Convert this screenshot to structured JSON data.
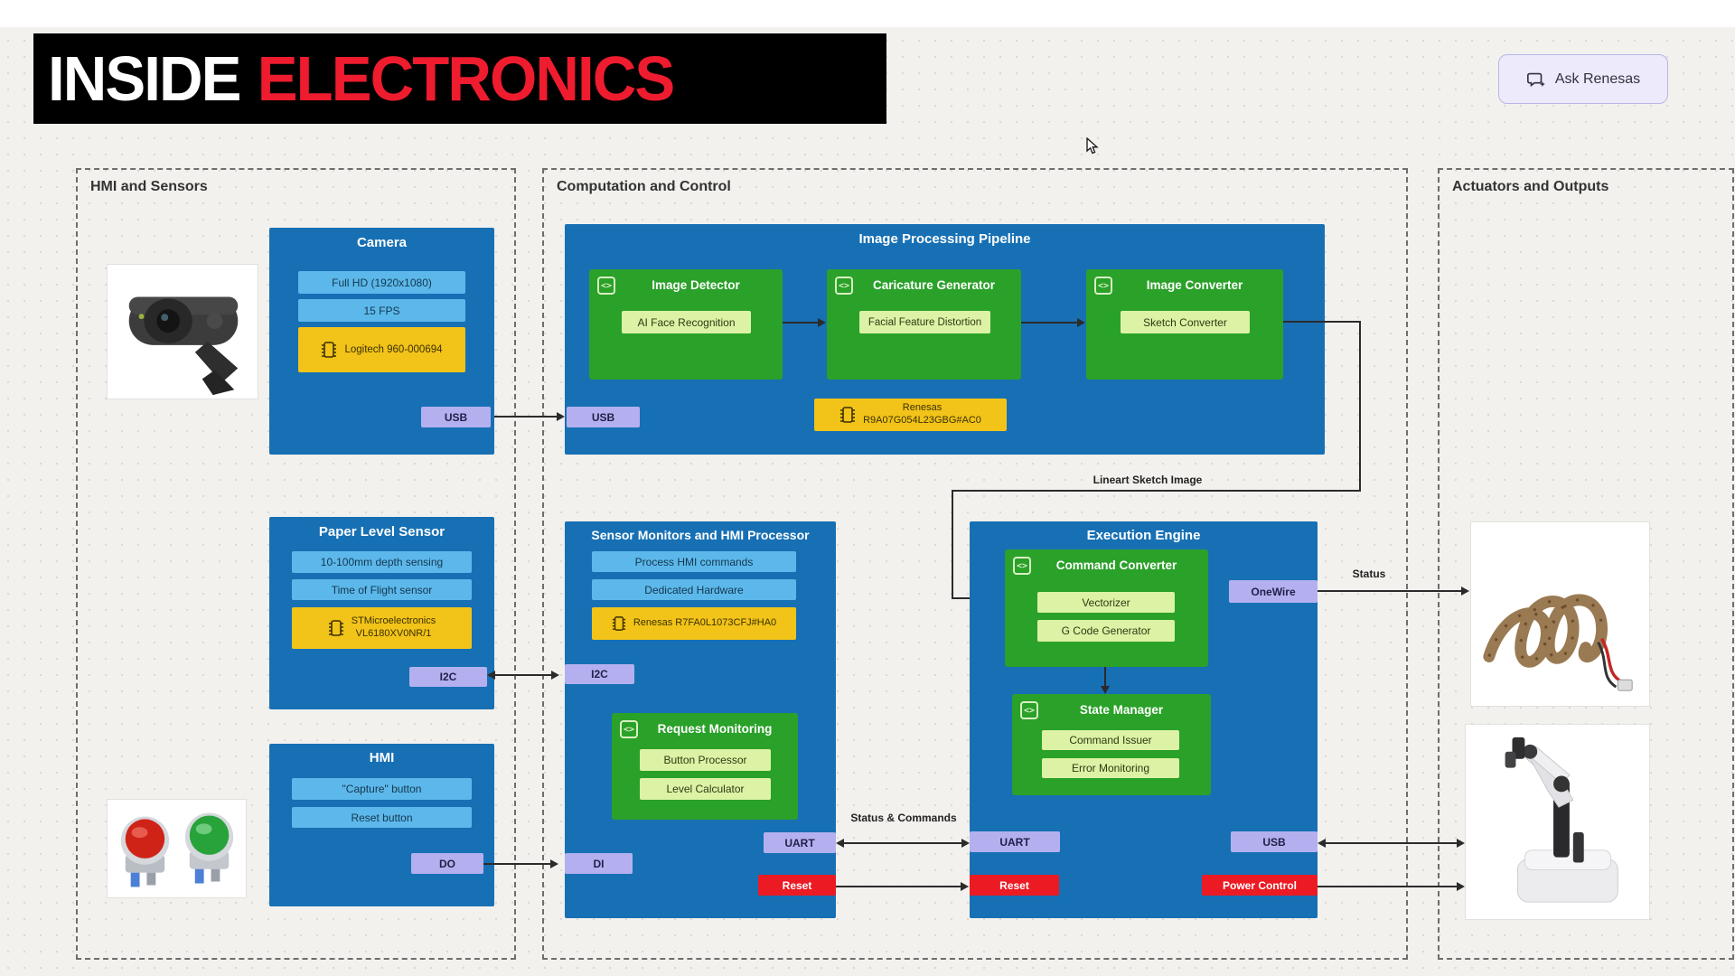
{
  "banner": {
    "word1": "INSIDE",
    "word2": "ELECTRONICS"
  },
  "ask_button": {
    "label": "Ask Renesas"
  },
  "sections": {
    "left": "HMI and Sensors",
    "mid": "Computation and Control",
    "right": "Actuators and Outputs"
  },
  "camera": {
    "title": "Camera",
    "row1": "Full HD (1920x1080)",
    "row2": "15 FPS",
    "chip": "Logitech 960-000694",
    "port_usb": "USB"
  },
  "pipeline": {
    "title": "Image Processing Pipeline",
    "port_usb": "USB",
    "chip_vendor": "Renesas",
    "chip_part": "R9A07G054L23GBG#AC0",
    "stage1": {
      "title": "Image Detector",
      "item": "AI Face Recognition"
    },
    "stage2": {
      "title": "Caricature Generator",
      "item": "Facial Feature Distortion"
    },
    "stage3": {
      "title": "Image Converter",
      "item": "Sketch Converter"
    }
  },
  "paper_sensor": {
    "title": "Paper Level Sensor",
    "row1": "10-100mm depth sensing",
    "row2": "Time of Flight sensor",
    "chip_vendor": "STMicroelectronics",
    "chip_part": "VL6180XV0NR/1",
    "port_i2c": "I2C"
  },
  "hmi": {
    "title": "HMI",
    "row1": "\"Capture\" button",
    "row2": "Reset button",
    "port_do": "DO"
  },
  "sensor_monitors": {
    "title": "Sensor Monitors and HMI Processor",
    "row1": "Process HMI commands",
    "row2": "Dedicated Hardware",
    "chip": "Renesas R7FA0L1073CFJ#HA0",
    "port_i2c": "I2C",
    "port_di": "DI",
    "port_uart": "UART",
    "port_reset": "Reset",
    "request_monitoring": {
      "title": "Request Monitoring",
      "item1": "Button Processor",
      "item2": "Level Calculator"
    }
  },
  "execution": {
    "title": "Execution Engine",
    "command_converter": {
      "title": "Command Converter",
      "item1": "Vectorizer",
      "item2": "G Code Generator"
    },
    "state_manager": {
      "title": "State Manager",
      "item1": "Command Issuer",
      "item2": "Error Monitoring"
    },
    "port_onewire": "OneWire",
    "port_uart": "UART",
    "port_reset": "Reset",
    "port_usb": "USB",
    "port_power": "Power Control"
  },
  "labels": {
    "lineart": "Lineart Sketch Image",
    "status_commands": "Status & Commands",
    "status": "Status"
  },
  "icons": {
    "code": "<>"
  },
  "colors": {
    "accent_red": "#ee1c2e",
    "block_blue": "#1770b4",
    "row_blue": "#5cb8ea",
    "chip_yellow": "#f2c318",
    "green": "#2aa129",
    "green_light": "#dcf2a5",
    "tab_lavender": "#b4b0ef",
    "tab_red": "#ec1a23"
  }
}
